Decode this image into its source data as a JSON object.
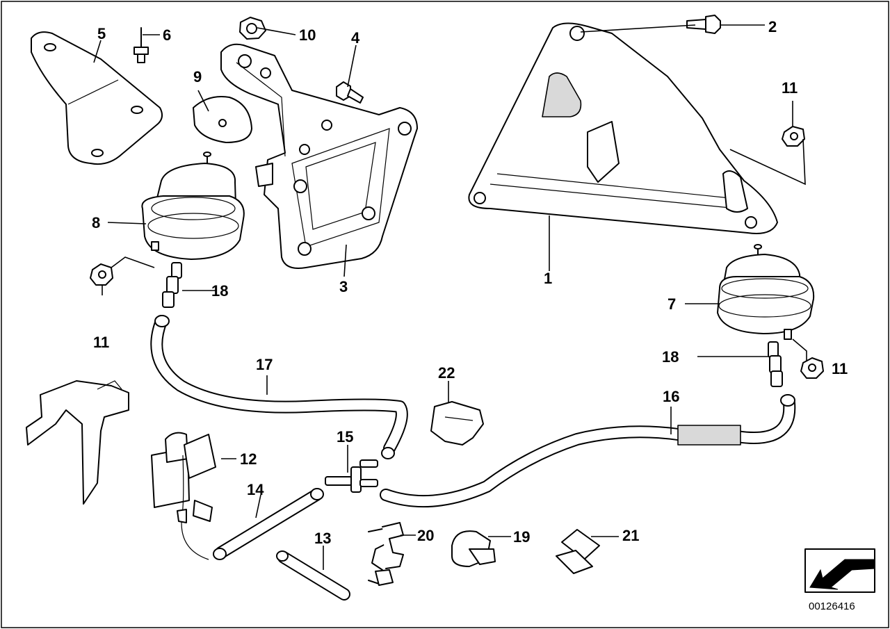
{
  "callouts": {
    "c1": "1",
    "c2": "2",
    "c3": "3",
    "c4": "4",
    "c5": "5",
    "c6": "6",
    "c7": "7",
    "c8": "8",
    "c9": "9",
    "c10": "10",
    "c11a": "11",
    "c11b": "11",
    "c11c": "11",
    "c12": "12",
    "c13": "13",
    "c14": "14",
    "c15": "15",
    "c16": "16",
    "c17": "17",
    "c18a": "18",
    "c18b": "18",
    "c19": "19",
    "c20": "20",
    "c21": "21",
    "c22": "22"
  },
  "reference_number": "00126416"
}
